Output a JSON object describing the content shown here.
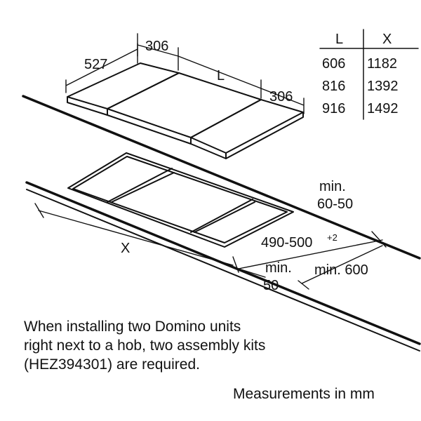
{
  "dimensions": {
    "depth": "527",
    "width_left": "306",
    "length": "L",
    "width_right": "306",
    "cutout_width": "X",
    "clearance_back_label": "min.",
    "clearance_back_value": "60-50",
    "cutout_depth": "490-500",
    "cutout_depth_tolerance": "+2",
    "clearance_front_label": "min.",
    "clearance_front_value": "50",
    "clearance_below": "min. 600"
  },
  "size_table": {
    "headers": [
      "L",
      "X"
    ],
    "rows": [
      [
        "606",
        "1182"
      ],
      [
        "816",
        "1392"
      ],
      [
        "916",
        "1492"
      ]
    ]
  },
  "note_lines": [
    "When installing two Domino units",
    "right next to a hob, two assembly kits",
    "(HEZ394301) are required."
  ],
  "units": "Measurements in mm"
}
